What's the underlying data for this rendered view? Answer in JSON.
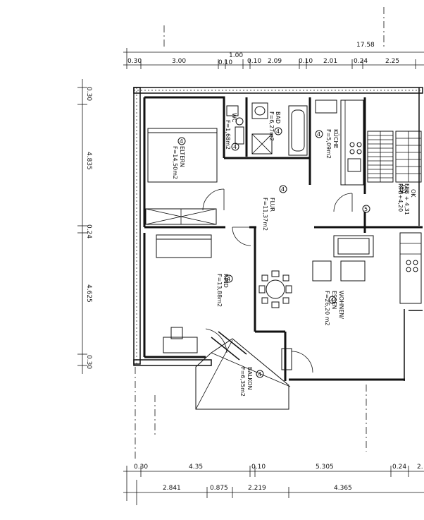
{
  "dimensions": {
    "top_total": "17.58",
    "top_segments": [
      "0.30",
      "3.00",
      "0.10",
      "1.00",
      "0.10",
      "2.09",
      "0.10",
      "2.01",
      "0.24",
      "2.25"
    ],
    "left_segments": [
      "0.30",
      "4.835",
      "0.24",
      "4.625",
      "0.30"
    ],
    "bottom_row1": [
      "0.30",
      "4.35",
      "0.10",
      "5.305",
      "0.24",
      "2."
    ],
    "bottom_row2": [
      "2.841",
      "0.875",
      "2.219",
      "4.365"
    ]
  },
  "rooms": {
    "eltern": {
      "name": "ELTERN",
      "area": "F=14,50m2",
      "marker": "4"
    },
    "wc": {
      "name": "WC",
      "area": "F=1,68m2",
      "marker": "4"
    },
    "bad": {
      "name": "BAD",
      "area": "F=6,27m2",
      "marker": "4"
    },
    "kueche": {
      "name": "KÜCHE",
      "area": "F=5,09m2",
      "marker": "4"
    },
    "flur": {
      "name": "FLUR",
      "area": "F=11,37m2",
      "marker": "4"
    },
    "kind": {
      "name": "KIND",
      "area": "F=13,88m2",
      "marker": "4"
    },
    "wohnen": {
      "name": "WOHNEN/",
      "name2": "ESSEN",
      "area": "F=26,20 m2",
      "marker": "4"
    },
    "balkon": {
      "name": "BALKON",
      "area": "F=6,35m2",
      "marker": "4"
    },
    "stair": {
      "line1": "OK",
      "line2": "FEB + 4,31",
      "line3": "RFB+4,20",
      "marker": "5"
    },
    "door_marker": "5",
    "small_marker": "4"
  }
}
